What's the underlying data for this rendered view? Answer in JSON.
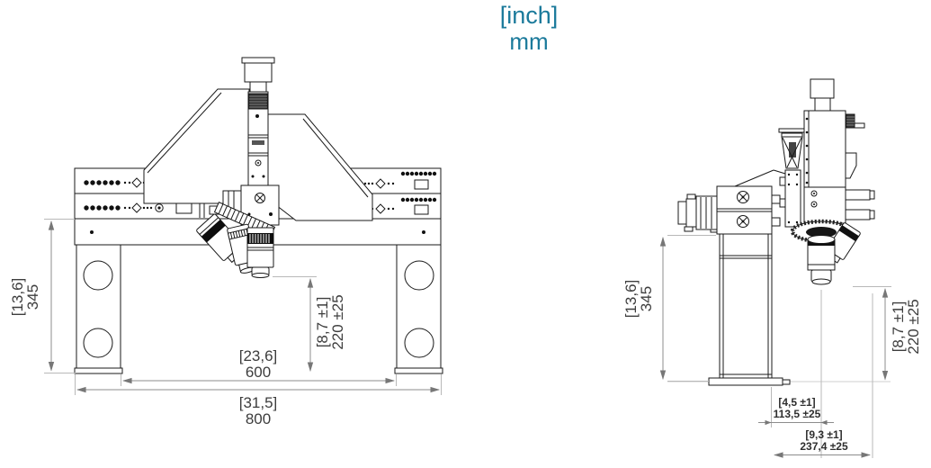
{
  "header": {
    "unit_primary": "[inch]",
    "unit_secondary": "mm",
    "accent_color": "#1b7a9b"
  },
  "drawing": {
    "line_color": "#1a1a1a",
    "dim_line_color": "#8c8c8c",
    "ext_line_color": "#b8b8b8",
    "dim_text_color": "#3d3d3d"
  },
  "front_view": {
    "dim_height": {
      "inch": "[13,6]",
      "mm": "345"
    },
    "dim_clearance": {
      "inch": "[8,7 ±1]",
      "mm": "220 ±25"
    },
    "dim_width_inner": {
      "inch": "[23,6]",
      "mm": "600"
    },
    "dim_width_outer": {
      "inch": "[31,5]",
      "mm": "800"
    }
  },
  "side_view": {
    "dim_height": {
      "inch": "[13,6]",
      "mm": "345"
    },
    "dim_clearance": {
      "inch": "[8,7 ±1]",
      "mm": "220 ±25"
    },
    "dim_depth_inner": {
      "inch": "[4,5 ±1]",
      "mm": "113,5 ±25"
    },
    "dim_depth_outer": {
      "inch": "[9,3 ±1]",
      "mm": "237,4 ±25"
    }
  }
}
